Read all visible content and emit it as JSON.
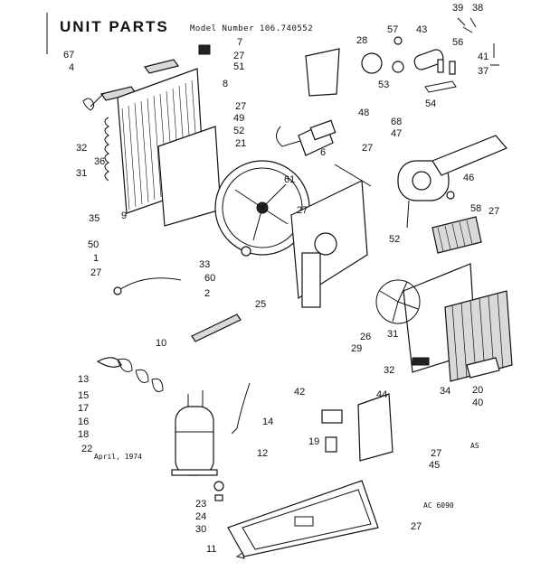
{
  "title": "UNIT PARTS",
  "model_label": "Model Number 106.740552",
  "date_note": "April, 1974",
  "corner_code": "AS",
  "drawing_code": "AC 6090",
  "callouts": [
    "7",
    "27",
    "51",
    "57",
    "28",
    "43",
    "39",
    "38",
    "67",
    "4",
    "8",
    "56",
    "41",
    "37",
    "53",
    "54",
    "27",
    "49",
    "48",
    "52",
    "21",
    "6",
    "27",
    "68",
    "47",
    "32",
    "36",
    "31",
    "61",
    "46",
    "35",
    "9",
    "27",
    "58",
    "27",
    "50",
    "1",
    "52",
    "33",
    "27",
    "60",
    "2",
    "25",
    "26",
    "31",
    "29",
    "32",
    "34",
    "20",
    "40",
    "10",
    "13",
    "15",
    "17",
    "16",
    "18",
    "42",
    "44",
    "14",
    "22",
    "19",
    "27",
    "45",
    "12",
    "23",
    "24",
    "30",
    "27",
    "11"
  ]
}
